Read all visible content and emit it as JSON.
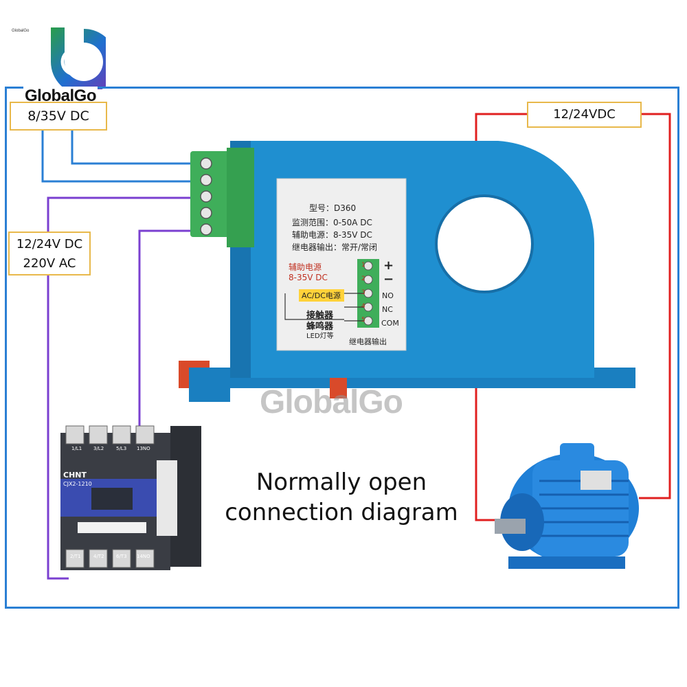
{
  "brand": {
    "name": "GlobalGo",
    "small_text": "GlobalGo",
    "watermark": "GlobalGo"
  },
  "labels": {
    "aux_power": "8/35V DC",
    "motor_supply": "12/24VDC",
    "contactor_supply_line1": "12/24V DC",
    "contactor_supply_line2": "220V AC"
  },
  "caption": {
    "line1": "Normally open",
    "line2": "connection diagram"
  },
  "device": {
    "model": "型号：D360",
    "range": "监测范围：0-50A DC",
    "aux_power": "辅助电源：8-35V DC",
    "relay_output": "继电器输出：常开/常闭",
    "terminal_aux_label": "辅助电源",
    "terminal_aux_voltage": "8-35V DC",
    "plus": "+",
    "minus": "−",
    "acdc_label": "AC/DC电源",
    "no": "NO",
    "nc": "NC",
    "com": "COM",
    "load_line1": "接触器",
    "load_line2": "蜂鸣器",
    "load_line3": "LED灯等",
    "relay_footer": "继电器输出",
    "pins": [
      "1",
      "2",
      "3",
      "4",
      "5"
    ]
  },
  "contactor": {
    "brand": "CHNT",
    "model": "CJX2-1210",
    "top_terminals": [
      "1/L1",
      "3/L2",
      "5/L3",
      "13NO"
    ],
    "bottom_terminals": [
      "2/T1",
      "4/T2",
      "6/T3",
      "14NO"
    ]
  },
  "colors": {
    "frame": "#2a7fd4",
    "aux_wire": "#2a7fd4",
    "contactor_wire": "#7a3fd0",
    "motor_wire": "#e02020",
    "device_body": "#1f8fd0",
    "terminal_block": "#3fae5a",
    "label_border": "#e8b84a"
  },
  "icons": [
    "globalgo-logo-icon",
    "current-sensor-device",
    "contactor-device",
    "motor-device"
  ]
}
